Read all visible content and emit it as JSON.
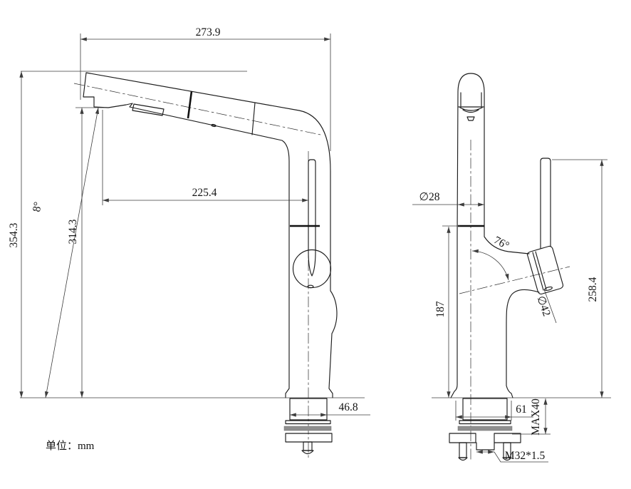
{
  "drawing": {
    "unit_note": "单位：mm",
    "side_view": {
      "overall_reach": "273.9",
      "overall_height": "354.3",
      "tilt_angle": "8°",
      "spout_outlet_height": "314.3",
      "spout_horizontal_reach": "225.4",
      "shank_width": "46.8"
    },
    "front_view": {
      "spout_diameter": "∅28",
      "handle_angle": "76°",
      "handle_diameter": "∅42",
      "body_height": "187",
      "handle_top_height": "258.4",
      "base_width": "61",
      "max_deck_thickness": "MAX40",
      "thread_spec": "M32*1.5"
    },
    "colors": {
      "line": "#1c1c1c",
      "dimension_line": "#3d3d3d",
      "washer_gray": "#8f8f8f",
      "background": "#ffffff"
    }
  }
}
